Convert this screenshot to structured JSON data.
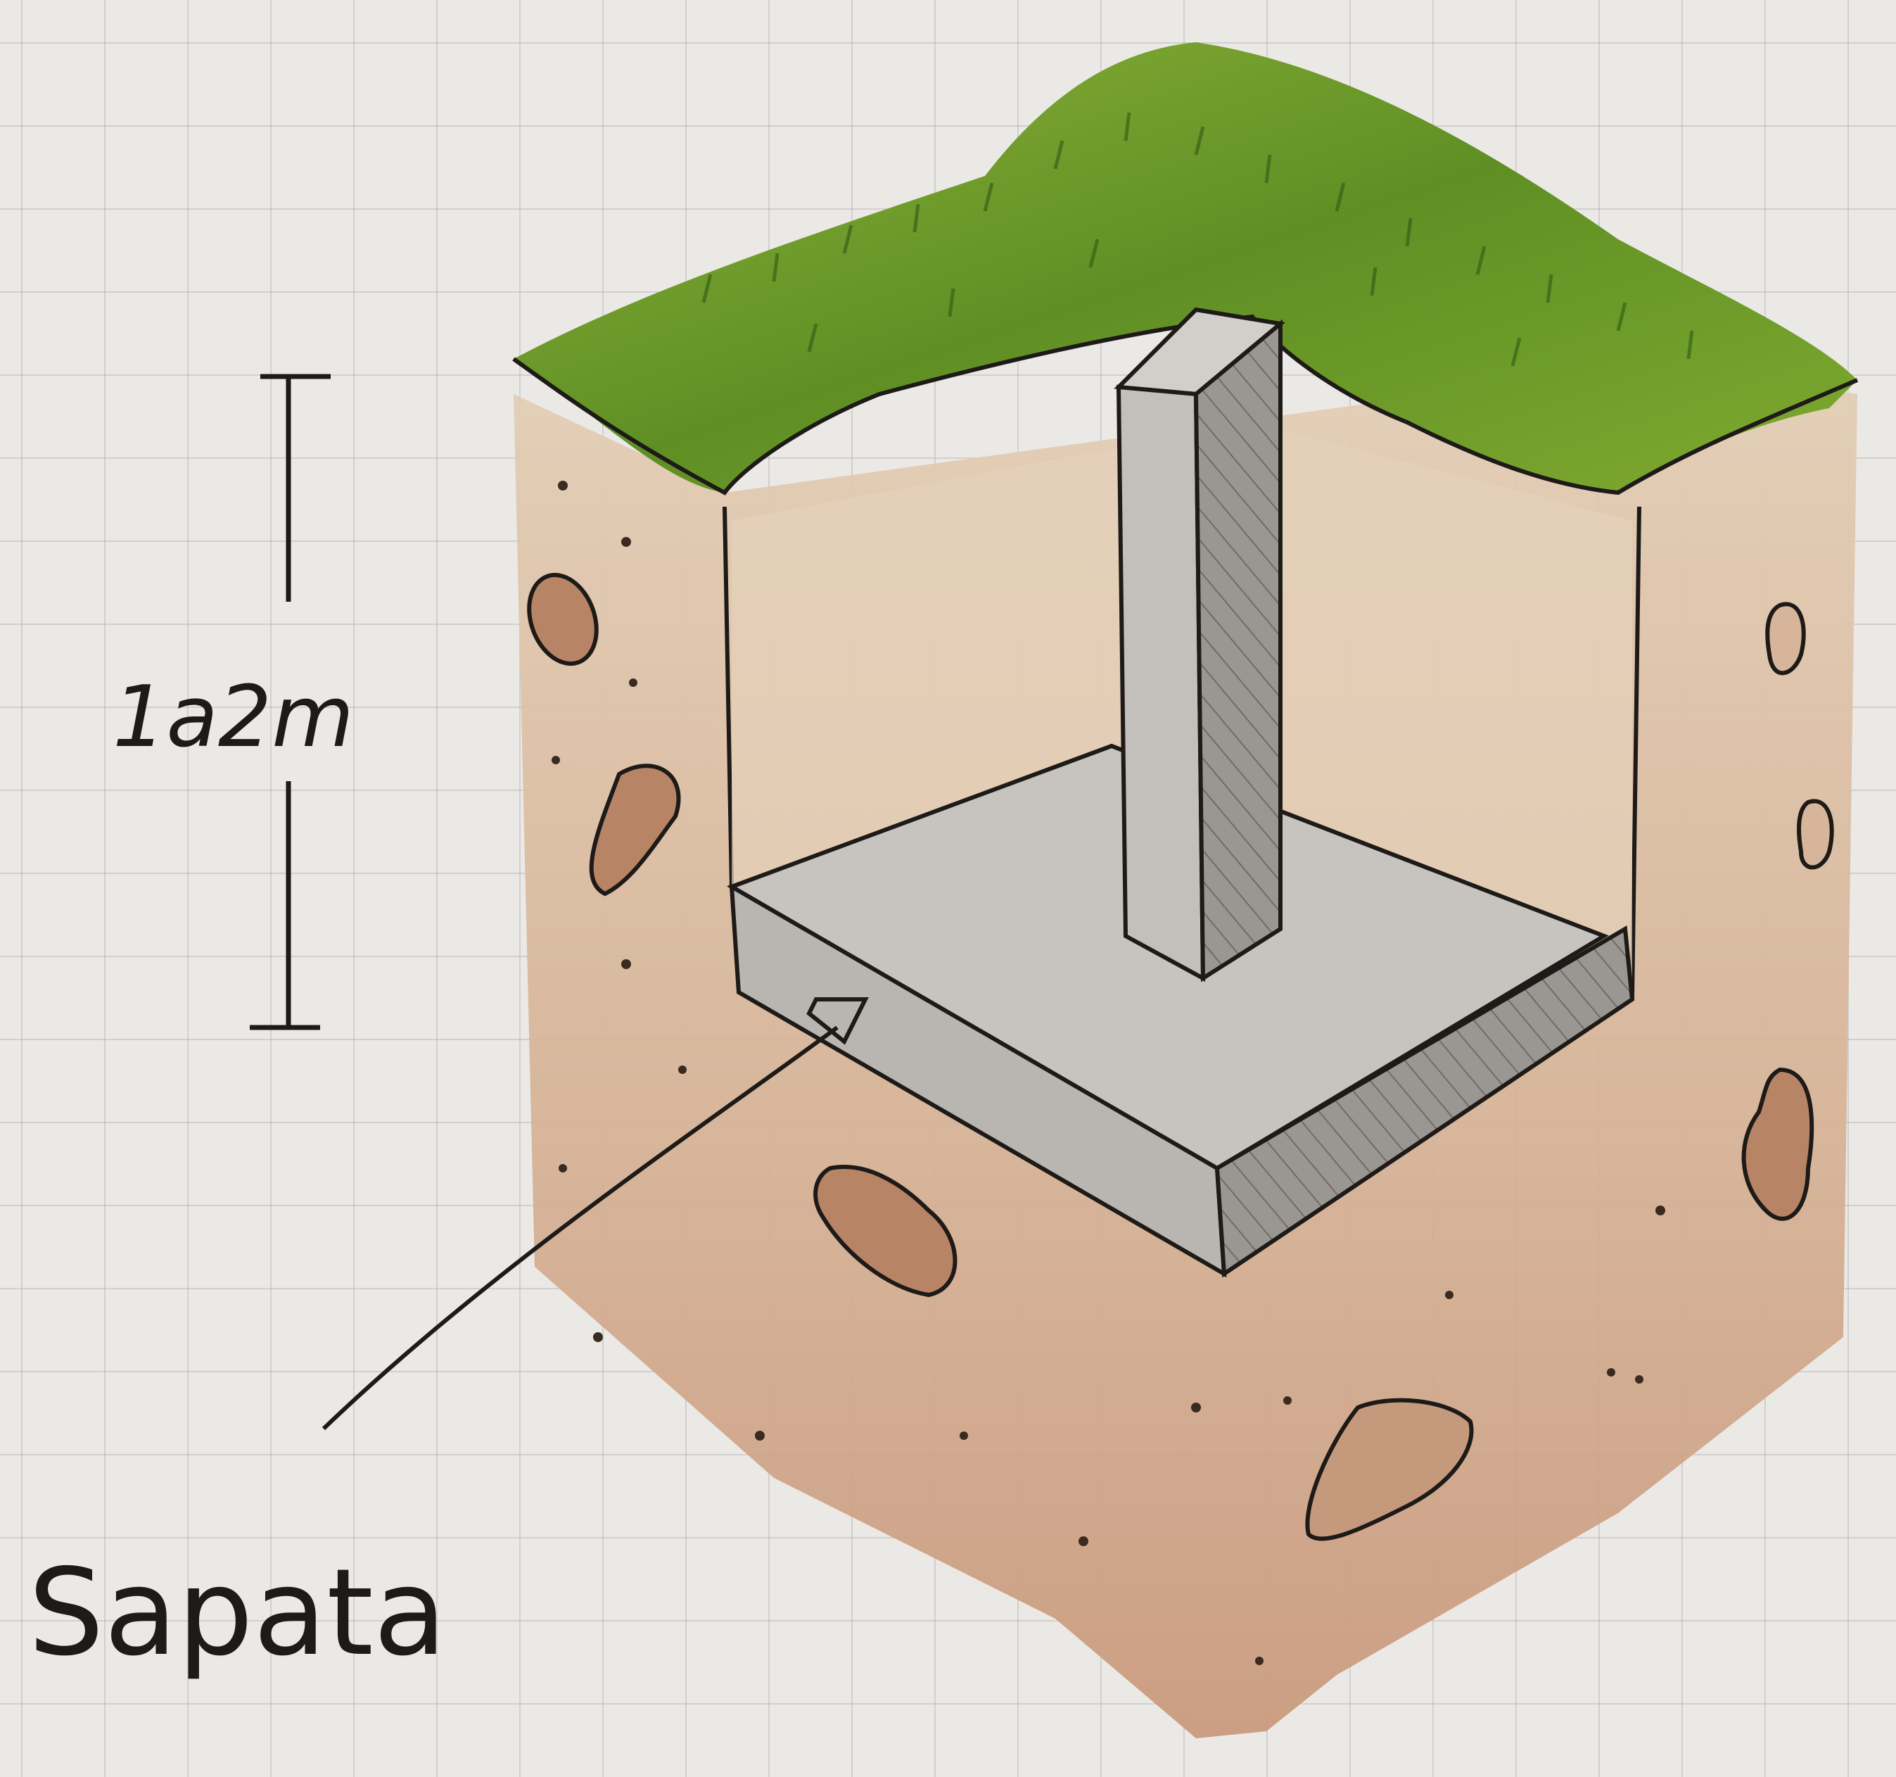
{
  "diagram": {
    "depth_label": "1a2m",
    "footing_label": "Sapata",
    "colors": {
      "paper": "#ebe9e6",
      "grid": "#a0a0a0",
      "grass": "#6f9a2a",
      "grass_dark": "#3f6b1c",
      "soil": "#d6b69a",
      "soil_dark": "#c29777",
      "concrete_light": "#c9c6c2",
      "concrete_dark": "#8f8b87",
      "ink": "#1d1a18"
    },
    "icons": [
      "grass-layer",
      "soil-block",
      "concrete-column",
      "concrete-footing",
      "stone"
    ]
  }
}
